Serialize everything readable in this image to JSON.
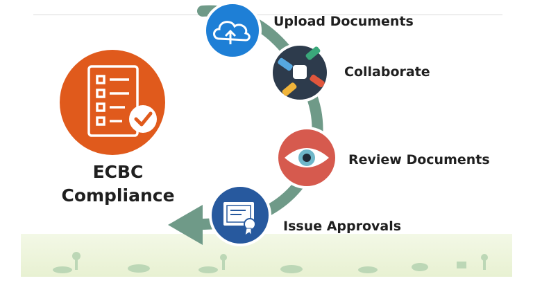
{
  "title": {
    "line1": "ECBC",
    "line2": "Compliance"
  },
  "steps": [
    {
      "label": "Upload Documents",
      "icon": "cloud-upload-icon",
      "color": "#1e7fd6"
    },
    {
      "label": "Collaborate",
      "icon": "hands-teamwork-icon",
      "color": "#2d3b4c"
    },
    {
      "label": "Review Documents",
      "icon": "eye-icon",
      "color": "#d65a4e"
    },
    {
      "label": "Issue Approvals",
      "icon": "certificate-icon",
      "color": "#27599e"
    }
  ],
  "colors": {
    "checklist_circle": "#e05a1c",
    "arrow": "#6f9a88",
    "ground": "#eaf2d8"
  }
}
